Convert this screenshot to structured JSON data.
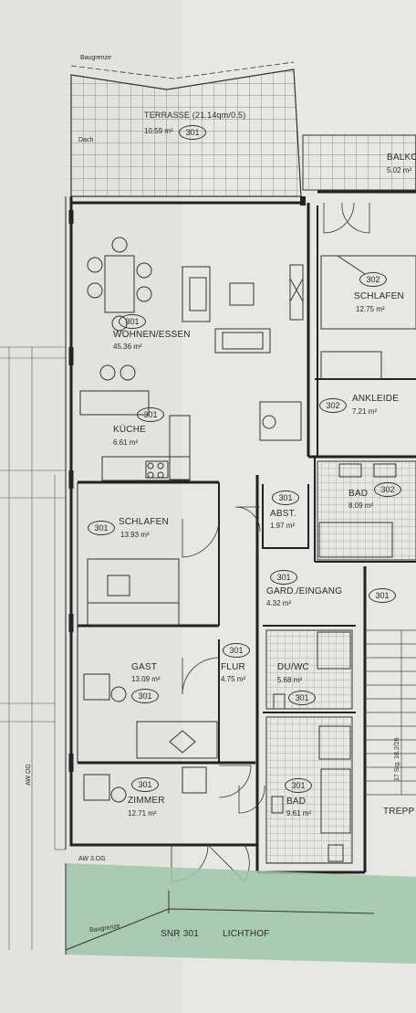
{
  "labels": {
    "baugrenze_top": "Baugrenze",
    "terrasse": "TERRASSE (21.14qm/0.5)",
    "terrasse_area": "10.59 m²",
    "dach": "Dach",
    "balkon": "BALKO",
    "balkon_area": "5.02 m²",
    "wohnen": "WOHNEN/ESSEN",
    "wohnen_area": "45.36 m²",
    "kueche": "KÜCHE",
    "kueche_area": "6.61 m²",
    "schlafen_302": "SCHLAFEN",
    "schlafen_302_area": "12.75 m²",
    "ankleide": "ANKLEIDE",
    "ankleide_area": "7.21 m²",
    "bad_302": "BAD",
    "bad_302_area": "8.09 m²",
    "schlafen_301": "SCHLAFEN",
    "schlafen_301_area": "13.93 m²",
    "abst": "ABST.",
    "abst_area": "1.97 m²",
    "gard": "GARD./EINGANG",
    "gard_area": "4.32 m²",
    "gast": "GAST",
    "gast_area": "13.09 m²",
    "flur": "FLUR",
    "flur_area": "4.75 m²",
    "duwc": "DU/WC",
    "duwc_area": "5.68 m²",
    "zimmer": "ZIMMER",
    "zimmer_area": "12.71 m²",
    "bad_301": "BAD",
    "bad_301_area": "9.61 m²",
    "treppe": "TREPP",
    "stairs": "17 Stg. 18.2/26",
    "awog": "AW OG",
    "aw3og": "AW 3.OG",
    "baugrenze_bottom": "Baugrenze",
    "snr": "SNR 301",
    "lichthof": "LICHTHOF"
  },
  "tags": {
    "terrasse": "301",
    "schlafen_302": "302",
    "wohnen": "301",
    "ankleide": "302",
    "kueche": "301",
    "bad_302": "302",
    "schlafen_301": "301",
    "abst": "301",
    "gard": "301",
    "gard_right": "301",
    "flur": "301",
    "gast": "301",
    "duwc": "301",
    "zimmer": "301",
    "bad_301": "301"
  },
  "colors": {
    "paper": "#e7e8e3",
    "ink": "#2a2a2a",
    "lichthof_green": "#9fc5a8"
  }
}
